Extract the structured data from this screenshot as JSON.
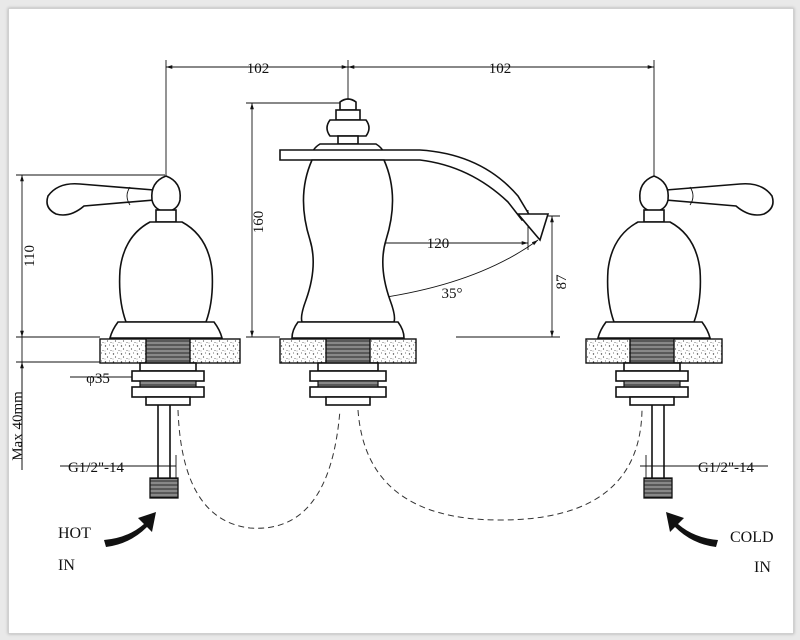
{
  "dimensions": {
    "left_spacing": "102",
    "right_spacing": "102",
    "spout_height": "160",
    "handle_height": "110",
    "spout_reach": "120",
    "spout_clearance": "87",
    "spout_angle": "35°",
    "hole_diameter": "φ35",
    "max_deck": "Max 40mm",
    "thread_left": "G1/2\"-14",
    "thread_right": "G1/2\"-14"
  },
  "labels": {
    "hot": "HOT",
    "hot_in": "IN",
    "cold": "COLD",
    "cold_in": "IN"
  }
}
